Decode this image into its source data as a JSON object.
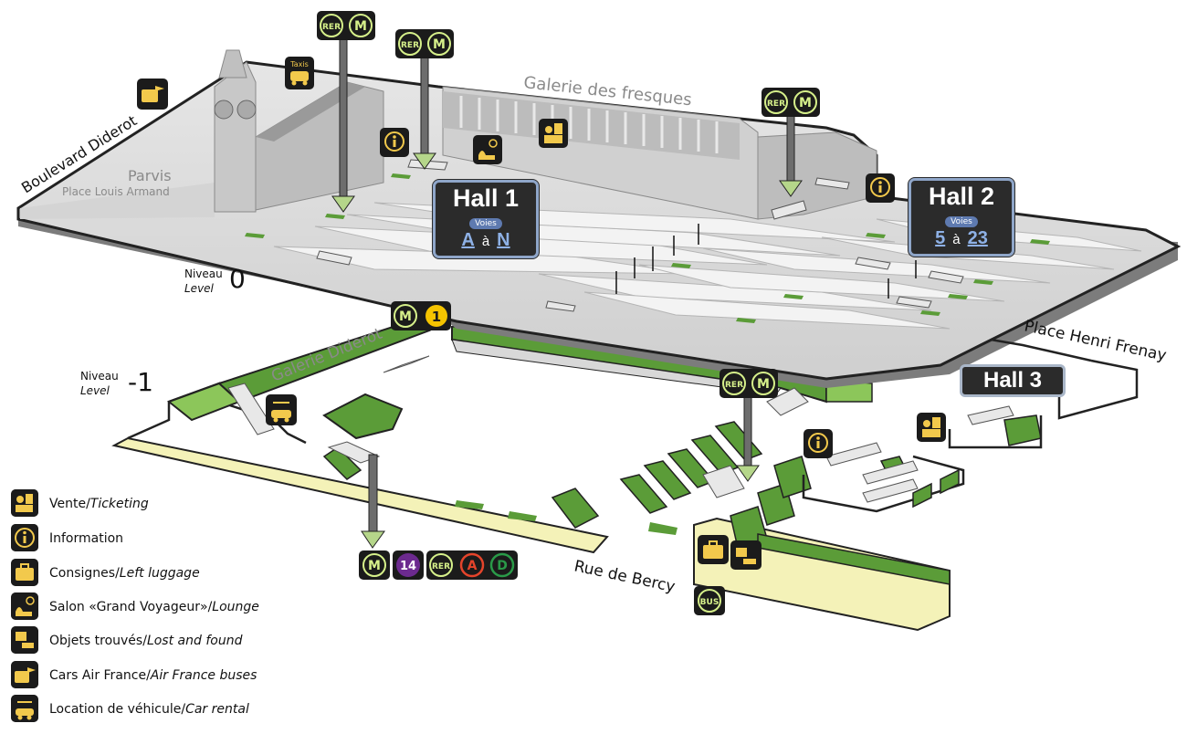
{
  "colors": {
    "platform_grey": "#d9d9d9",
    "green": "#5b9c38",
    "green_light": "#8cc65a",
    "yellow_path": "#f4f2b8",
    "icon_bg": "#1b1b1b",
    "icon_gold": "#f2c94c",
    "hall_box": "#2b2b2b",
    "hall_border": "#8fa6c9",
    "voies_chip": "#5e7ab0",
    "line14": "#6c2a8f",
    "line1": "#f5c400",
    "rer_a": "#e4442b",
    "rer_d": "#2a9a48"
  },
  "streets": {
    "boulevard_diderot": "Boulevard Diderot",
    "parvis": "Parvis",
    "place_louis_armand": "Place Louis Armand",
    "galerie_fresques": "Galerie des fresques",
    "place_henri_frenay": "Place Henri Frenay",
    "galerie_diderot": "Galerie Diderot",
    "rue_de_bercy": "Rue de Bercy"
  },
  "levels": {
    "level0": {
      "niveau": "Niveau",
      "level": "Level",
      "number": "0"
    },
    "level_minus1": {
      "niveau": "Niveau",
      "level": "Level",
      "number": "-1"
    }
  },
  "halls": {
    "hall1": {
      "title": "Hall 1",
      "voies": "Voies",
      "from": "A",
      "to": "N",
      "sep": "à"
    },
    "hall2": {
      "title": "Hall 2",
      "voies": "Voies",
      "from": "5",
      "to": "23",
      "sep": "à"
    },
    "hall3": {
      "title": "Hall 3"
    }
  },
  "transit": {
    "rer": "RER",
    "metro": "M",
    "line1": "1",
    "line14": "14",
    "rer_a": "A",
    "rer_d": "D",
    "bus": "BUS",
    "taxis": "Taxis"
  },
  "legend": [
    {
      "icon": "ticketing-icon",
      "label": "Vente/",
      "label_en": "Ticketing"
    },
    {
      "icon": "information-icon",
      "label": "Information",
      "label_en": ""
    },
    {
      "icon": "left-luggage-icon",
      "label": "Consignes/",
      "label_en": "Left luggage"
    },
    {
      "icon": "lounge-icon",
      "label": "Salon «Grand Voyageur»/",
      "label_en": "Lounge"
    },
    {
      "icon": "lost-found-icon",
      "label": "Objets trouvés/",
      "label_en": "Lost and found"
    },
    {
      "icon": "air-france-bus-icon",
      "label": "Cars Air France/",
      "label_en": "Air France buses"
    },
    {
      "icon": "car-rental-icon",
      "label": "Location de véhicule/",
      "label_en": "Car rental"
    }
  ]
}
